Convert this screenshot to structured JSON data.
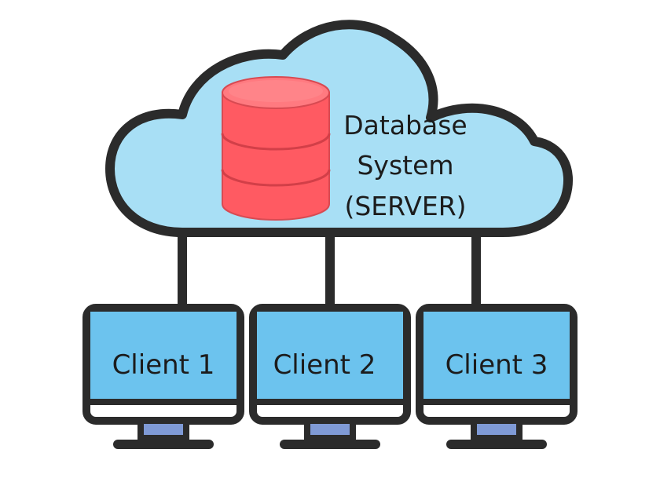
{
  "server": {
    "label_lines": [
      "Database",
      "System",
      "(SERVER)"
    ],
    "icon": "database-icon"
  },
  "clients": [
    {
      "label": "Client 1",
      "icon": "monitor-icon"
    },
    {
      "label": "Client 2",
      "icon": "monitor-icon"
    },
    {
      "label": "Client 3",
      "icon": "monitor-icon"
    }
  ],
  "colors": {
    "cloud_fill": "#a8dff5",
    "outline": "#2b2b2b",
    "database_fill": "#ff5a62",
    "database_top": "#ff7a80",
    "screen_fill": "#6cc3ee",
    "stand_fill": "#7f9ad6",
    "connector": "#2b2b2b"
  }
}
